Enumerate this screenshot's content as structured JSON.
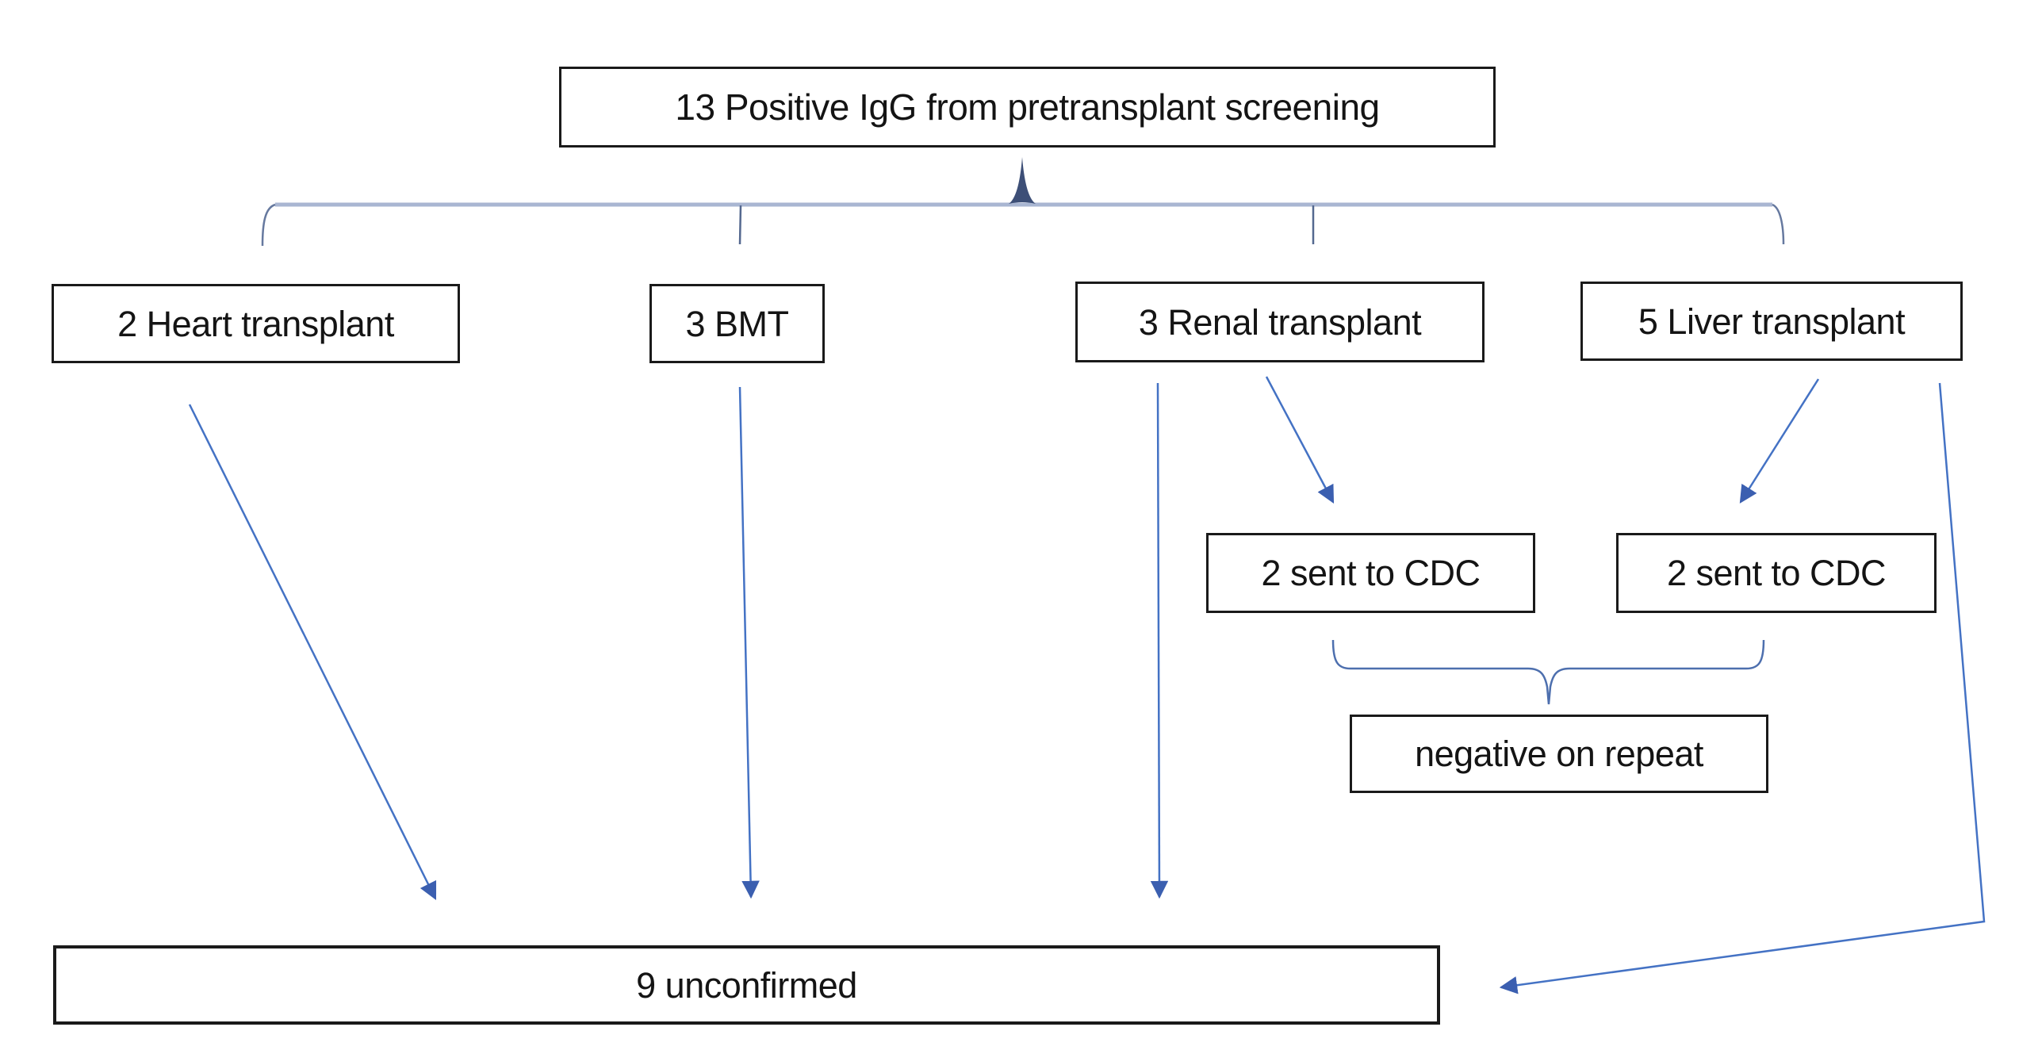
{
  "diagram": {
    "root": {
      "label": "13 Positive IgG from pretransplant screening"
    },
    "branches": [
      {
        "label": "2 Heart transplant"
      },
      {
        "label": "3 BMT"
      },
      {
        "label": "3 Renal transplant"
      },
      {
        "label": "5 Liver transplant"
      }
    ],
    "cdc_boxes": [
      {
        "label": "2 sent to CDC"
      },
      {
        "label": "2 sent to CDC"
      }
    ],
    "repeat_note": {
      "label": "negative on repeat"
    },
    "outcome": {
      "label": "9 unconfirmed"
    },
    "colors": {
      "arrow_blue": "#4472c4",
      "arrowhead_blue": "#3b5fb0",
      "brace_bar_light": "#a9b6d2",
      "brace_detail": "#66799f",
      "brace_spike": "#3d4f77",
      "lower_brace": "#4d6fae",
      "box_border": "#1a1a1a",
      "text": "#141414"
    }
  }
}
